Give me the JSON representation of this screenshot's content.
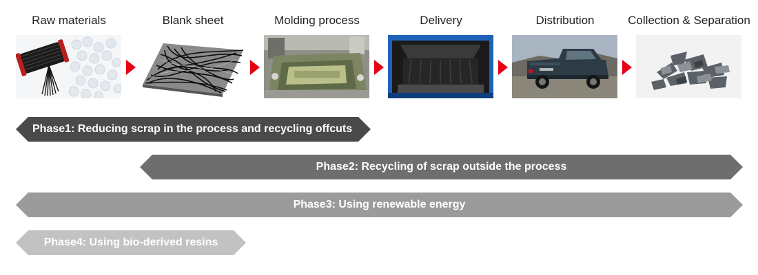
{
  "stages": [
    {
      "label": "Raw materials",
      "image": "carbon-fiber-spool-and-resin-pellets"
    },
    {
      "label": "Blank sheet",
      "image": "fiber-mat-blank-sheet"
    },
    {
      "label": "Molding process",
      "image": "press-mold"
    },
    {
      "label": "Delivery",
      "image": "truck-bed"
    },
    {
      "label": "Distribution",
      "image": "pickup-truck"
    },
    {
      "label": "Collection & Separation",
      "image": "shredded-composite-scrap"
    }
  ],
  "phases": [
    {
      "label": "Phase1: Reducing scrap in the process and recycling offcuts",
      "color": "#4a4a4a"
    },
    {
      "label": "Phase2: Recycling of scrap outside the process",
      "color": "#6e6e6e"
    },
    {
      "label": "Phase3: Using renewable energy",
      "color": "#9b9b9b"
    },
    {
      "label": "Phase4: Using bio-derived resins",
      "color": "#c2c2c2"
    }
  ],
  "colors": {
    "arrow": "#e60012"
  }
}
